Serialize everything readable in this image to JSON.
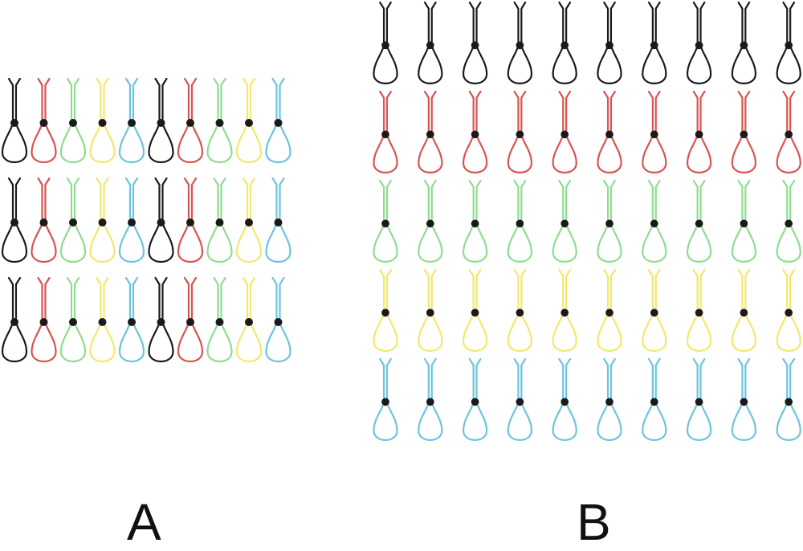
{
  "colors": {
    "black": "#1a1a1a",
    "red": "#d9534f",
    "green": "#8fdc8f",
    "yellow": "#f2e86b",
    "blue": "#6cc4dc",
    "knot": "#1a1a1a"
  },
  "panels": [
    {
      "id": "A",
      "label": "A",
      "layout": "rows-repeat-color-sequence",
      "rows": 3,
      "columns": 10,
      "column_colors": [
        "black",
        "red",
        "green",
        "yellow",
        "blue",
        "black",
        "red",
        "green",
        "yellow",
        "blue"
      ]
    },
    {
      "id": "B",
      "label": "B",
      "layout": "rows-grouped-by-color",
      "rows": 5,
      "columns": 10,
      "row_colors": [
        "black",
        "red",
        "green",
        "yellow",
        "blue"
      ]
    }
  ],
  "item_icon": "lanyard-loop-icon"
}
